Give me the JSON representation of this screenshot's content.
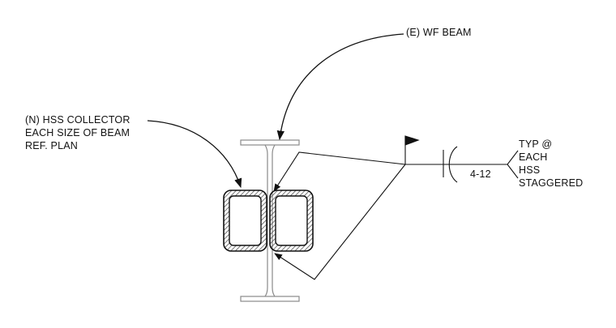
{
  "labels": {
    "wf_beam": "(E) WF BEAM",
    "hss_collector": {
      "line1": "(N) HSS COLLECTOR",
      "line2": "EACH SIZE OF BEAM",
      "line3": "REF. PLAN"
    },
    "weld_size": "4-12",
    "weld_note": {
      "line1": "TYP @",
      "line2": "EACH",
      "line3": "HSS",
      "line4": "STAGGERED"
    }
  },
  "colors": {
    "line": "#111111",
    "hatch": "#555555",
    "beam_outline": "#8a8a8a",
    "background": "#ffffff"
  }
}
